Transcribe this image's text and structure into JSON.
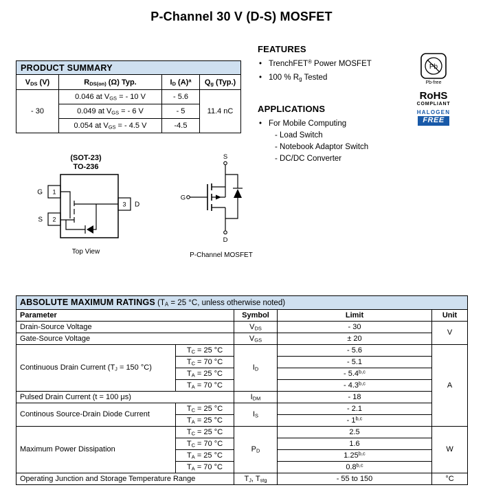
{
  "colors": {
    "table_header_bg": "#cfe0f0",
    "accent_blue": "#1859a8"
  },
  "title": "P-Channel 30 V (D-S) MOSFET",
  "product_summary": {
    "header": "PRODUCT SUMMARY",
    "col_vds": "V_{DS} (V)",
    "col_rds": "R_{DS(on)} (Ω) Typ.",
    "col_id": "I_{D} (A)^{a}",
    "col_qg": "Q_{g} (Typ.)",
    "vds_value": "- 30",
    "qg_value": "11.4 nC",
    "rows": [
      {
        "rds": "0.046 at V_{GS} = - 10 V",
        "id": "- 5.6"
      },
      {
        "rds": "0.049 at V_{GS} = - 6 V",
        "id": "- 5"
      },
      {
        "rds": "0.054 at V_{GS} = - 4.5 V",
        "id": "-4.5"
      }
    ]
  },
  "features": {
    "heading": "FEATURES",
    "items": [
      "TrenchFET^{®} Power MOSFET",
      "100 % R_{g} Tested"
    ]
  },
  "compliance": {
    "pb": "Pb",
    "pb_free": "Pb-free",
    "rohs": "RoHS",
    "compliant": "COMPLIANT",
    "halogen": "HALOGEN",
    "free": "FREE"
  },
  "applications": {
    "heading": "APPLICATIONS",
    "item": "For Mobile Computing",
    "subitems": [
      "- Load Switch",
      "- Notebook Adaptor Switch",
      "- DC/DC Converter"
    ]
  },
  "package": {
    "name_line1": "(SOT-23)",
    "name_line2": "TO-236",
    "pin1": "1",
    "pin2": "2",
    "pin3": "3",
    "gate": "G",
    "source": "S",
    "drain": "D",
    "caption": "Top View"
  },
  "schematic": {
    "source": "S",
    "gate": "G",
    "drain": "D",
    "caption": "P-Channel MOSFET"
  },
  "abs_max": {
    "title": "ABSOLUTE MAXIMUM RATINGS",
    "title_note": " (T_{A} = 25 °C, unless otherwise noted)",
    "col_parameter": "Parameter",
    "col_symbol": "Symbol",
    "col_limit": "Limit",
    "col_unit": "Unit",
    "vds": {
      "param": "Drain-Source Voltage",
      "symbol": "V_{DS}",
      "limit": "- 30"
    },
    "vgs": {
      "param": "Gate-Source Voltage",
      "symbol": "V_{GS}",
      "limit": "± 20"
    },
    "unit_v": "V",
    "id": {
      "param": "Continuous Drain Current (T_{J} = 150 °C)",
      "symbol": "I_{D}",
      "conds": [
        "T_{C} = 25 °C",
        "T_{C} = 70 °C",
        "T_{A} = 25 °C",
        "T_{A} = 70 °C"
      ],
      "limits": [
        "- 5.6",
        "- 5.1",
        "- 5.4^{b,c}",
        "- 4.3^{b,c}"
      ]
    },
    "idm": {
      "param": "Pulsed Drain Current (t = 100 μs)",
      "symbol": "I_{DM}",
      "limit": "- 18"
    },
    "is": {
      "param": "Continous Source-Drain Diode Current",
      "symbol": "I_{S}",
      "conds": [
        "T_{C} = 25 °C",
        "T_{A} = 25 °C"
      ],
      "limits": [
        "- 2.1",
        "- 1^{b,c}"
      ]
    },
    "unit_a": "A",
    "pd": {
      "param": "Maximum Power Dissipation",
      "symbol": "P_{D}",
      "conds": [
        "T_{C} = 25 °C",
        "T_{C} = 70 °C",
        "T_{A} = 25 °C",
        "T_{A} = 70 °C"
      ],
      "limits": [
        "2.5",
        "1.6",
        "1.25^{b,c}",
        "0.8^{b,c}"
      ]
    },
    "unit_w": "W",
    "temp": {
      "param": "Operating Junction and Storage Temperature Range",
      "symbol": "T_{J}, T_{stg}",
      "limit": "- 55 to 150",
      "unit": "°C"
    }
  }
}
